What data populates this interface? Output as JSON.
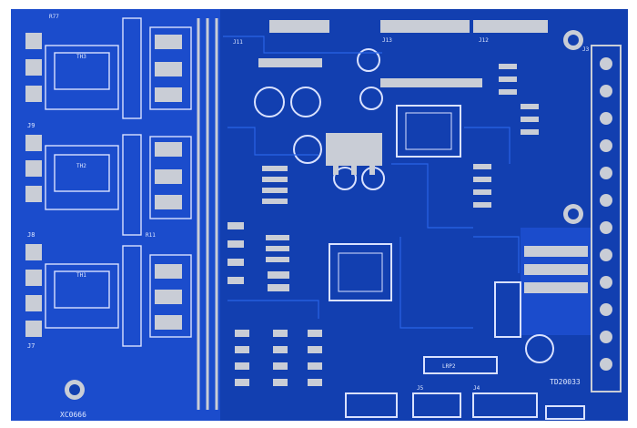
{
  "board": {
    "colors": {
      "solder_mask": "#123fb0",
      "copper_trace": "#1f55d4",
      "pad": "#c9cdd6",
      "silkscreen": "#e6ecff",
      "background": "#ffffff"
    },
    "silkscreen": {
      "serial_bottom_left": "XC0666",
      "serial_bottom_right": "TD20033",
      "designators": [
        "J9",
        "J8",
        "J7",
        "TH1",
        "TH2",
        "TH3",
        "J11",
        "J12",
        "J13",
        "J5",
        "J4",
        "J3",
        "LRP2",
        "R77",
        "R11"
      ]
    }
  }
}
